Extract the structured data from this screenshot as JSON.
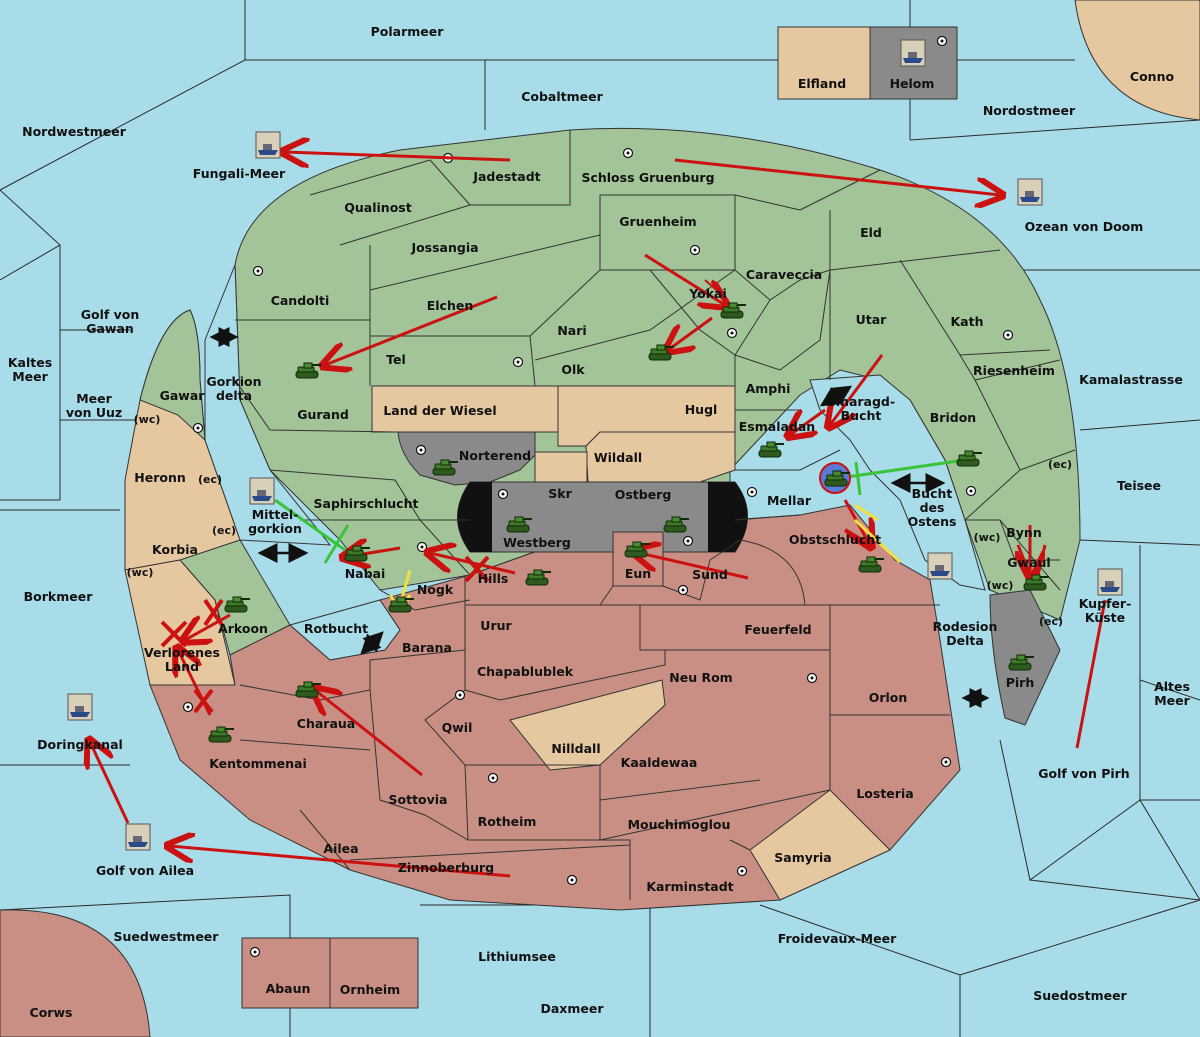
{
  "colors": {
    "sea": "#a8dce8",
    "green": "#a2c498",
    "tan": "#e6c8a0",
    "red": "#c98f84",
    "grey": "#8a8a8a",
    "black": "#111111",
    "attack": "#cc1111",
    "support": "#39c43a",
    "convoy": "#f0e040"
  },
  "map": {
    "seas": [
      {
        "id": "polarmeer",
        "name": "Polarmeer"
      },
      {
        "id": "cobaltmeer",
        "name": "Cobaltmeer"
      },
      {
        "id": "nordwestmeer",
        "name": "Nordwestmeer"
      },
      {
        "id": "nordostmeer",
        "name": "Nordostmeer"
      },
      {
        "id": "conno",
        "name": "Conno"
      },
      {
        "id": "fungali-meer",
        "name": "Fungali-Meer"
      },
      {
        "id": "ozean-von-doom",
        "name": "Ozean von Doom"
      },
      {
        "id": "golf-von-gawan",
        "name": "Golf von\nGawan"
      },
      {
        "id": "kaltes-meer",
        "name": "Kaltes\nMeer"
      },
      {
        "id": "meer-von-uuz",
        "name": "Meer\nvon Uuz"
      },
      {
        "id": "gorkion-delta",
        "name": "Gorkion\ndelta"
      },
      {
        "id": "mittelgorkion",
        "name": "Mittel-\ngorkion"
      },
      {
        "id": "borkmeer",
        "name": "Borkmeer"
      },
      {
        "id": "rotbucht",
        "name": "Rotbucht"
      },
      {
        "id": "doringkanal",
        "name": "Doringkanal"
      },
      {
        "id": "golf-von-ailea",
        "name": "Golf von Ailea"
      },
      {
        "id": "suedwestmeer",
        "name": "Suedwestmeer"
      },
      {
        "id": "corws",
        "name": "Corws"
      },
      {
        "id": "lithiumsee",
        "name": "Lithiumsee"
      },
      {
        "id": "daxmeer",
        "name": "Daxmeer"
      },
      {
        "id": "froidevaux-meer",
        "name": "Froidevaux-Meer"
      },
      {
        "id": "suedostmeer",
        "name": "Suedostmeer"
      },
      {
        "id": "golf-von-pirh",
        "name": "Golf von Pirh"
      },
      {
        "id": "altes-meer",
        "name": "Altes\nMeer"
      },
      {
        "id": "kupfer-kueste",
        "name": "Kupfer-\nKüste"
      },
      {
        "id": "teisee",
        "name": "Teisee"
      },
      {
        "id": "kamalastrasse",
        "name": "Kamalastrasse"
      },
      {
        "id": "smaragd-bucht",
        "name": "Smaragd-\nBucht"
      },
      {
        "id": "bucht-des-ostens",
        "name": "Bucht\ndes\nOstens"
      },
      {
        "id": "rodesion-delta",
        "name": "Rodesion\nDelta"
      }
    ],
    "territories_green": [
      "Jadestadt",
      "Schloss Gruenburg",
      "Qualinost",
      "Gruenheim",
      "Eld",
      "Jossangia",
      "Caraveccia",
      "Candolti",
      "Elchen",
      "Yokai",
      "Nari",
      "Utar",
      "Kath",
      "Tel",
      "Olk",
      "Gurand",
      "Amphi",
      "Riesenheim",
      "Gawar",
      "Esmaladan",
      "Bridon",
      "Saphirschlucht",
      "Mellar",
      "Nabai",
      "Arkoon",
      "Bynn",
      "Gwaul"
    ],
    "territories_tan": [
      "Elfland",
      "Land der Wiesel",
      "Hugl",
      "Wildall",
      "Skr",
      "Heronn",
      "Korbia",
      "Verlorenes\nLand",
      "Nilldall",
      "Samyria"
    ],
    "territories_red": [
      "Obstschlucht",
      "Sund",
      "Eun",
      "Hills",
      "Nogk",
      "Urur",
      "Feuerfeld",
      "Barana",
      "Chapablublek",
      "Neu Rom",
      "Orlon",
      "Charaua",
      "Qwil",
      "Kaaldewaa",
      "Kentommenai",
      "Sottovia",
      "Rotheim",
      "Losteria",
      "Mouchimoglou",
      "Ailea",
      "Zinnoberburg",
      "Karminstadt",
      "Abaun",
      "Ornheim"
    ],
    "territories_grey": [
      "Helom",
      "Norterend",
      "Ostberg",
      "Westberg",
      "Pirh"
    ],
    "coast_tags": [
      "(wc)",
      "(ec)",
      "(ec)",
      "(wc)",
      "(ec)",
      "(wc)",
      "(wc)",
      "(ec)"
    ]
  }
}
